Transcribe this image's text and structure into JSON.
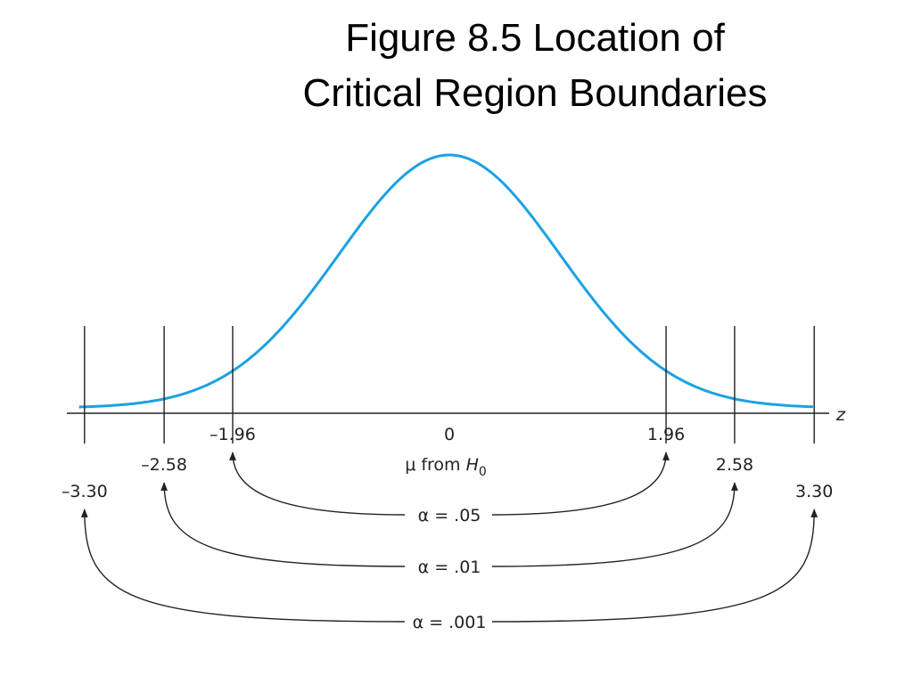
{
  "title": {
    "line1": "Figure 8.5  Location of",
    "line2": "Critical Region Boundaries"
  },
  "axis": {
    "label": "z",
    "center_value": "0",
    "center_caption_prefix": "μ from ",
    "center_caption_var": "H",
    "center_caption_sub": "0"
  },
  "boundaries": [
    {
      "z": -3.3,
      "label": "–3.30"
    },
    {
      "z": -2.58,
      "label": "–2.58"
    },
    {
      "z": -1.96,
      "label": "–1.96"
    },
    {
      "z": 1.96,
      "label": "1.96"
    },
    {
      "z": 2.58,
      "label": "2.58"
    },
    {
      "z": 3.3,
      "label": "3.30"
    }
  ],
  "alphas": [
    {
      "label": "α = .05",
      "z": 1.96
    },
    {
      "label": "α = .01",
      "z": 2.58
    },
    {
      "label": "α = .001",
      "z": 3.3
    }
  ],
  "colors": {
    "curve": "#1ba1e2",
    "lines": "#222222"
  }
}
